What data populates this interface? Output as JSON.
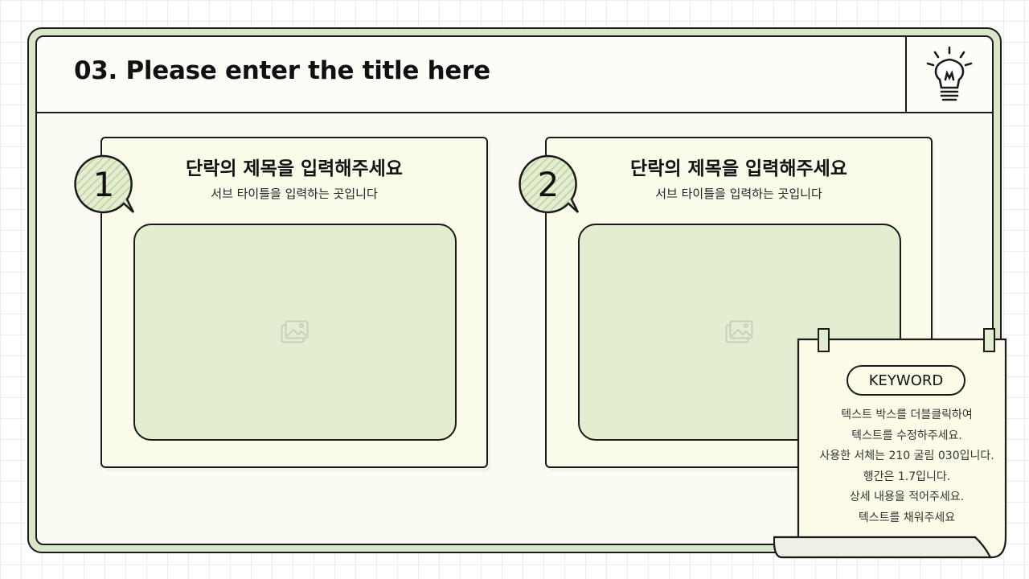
{
  "header": {
    "title": "03. Please enter the title here",
    "icon": "lightbulb-icon"
  },
  "cards": [
    {
      "number": "1",
      "title": "단락의 제목을 입력해주세요",
      "subtitle": "서브 타이틀을 입력하는 곳입니다",
      "image_icon": "image-placeholder-icon"
    },
    {
      "number": "2",
      "title": "단락의 제목을 입력해주세요",
      "subtitle": "서브 타이틀을 입력하는 곳입니다",
      "image_icon": "image-placeholder-icon"
    }
  ],
  "note": {
    "keyword": "KEYWORD",
    "lines": [
      "텍스트 박스를 더블클릭하여",
      "텍스트를 수정하주세요.",
      "사용한 서체는 210 굴림 030입니다.",
      "행간은 1.7입니다.",
      "상세 내용을 적어주세요.",
      "텍스트를 채워주세요"
    ]
  },
  "colors": {
    "frame_green": "#d9e6c7",
    "placeholder_green": "#e3edcf",
    "paper": "#fbfbea",
    "stroke": "#1a1a1a"
  }
}
